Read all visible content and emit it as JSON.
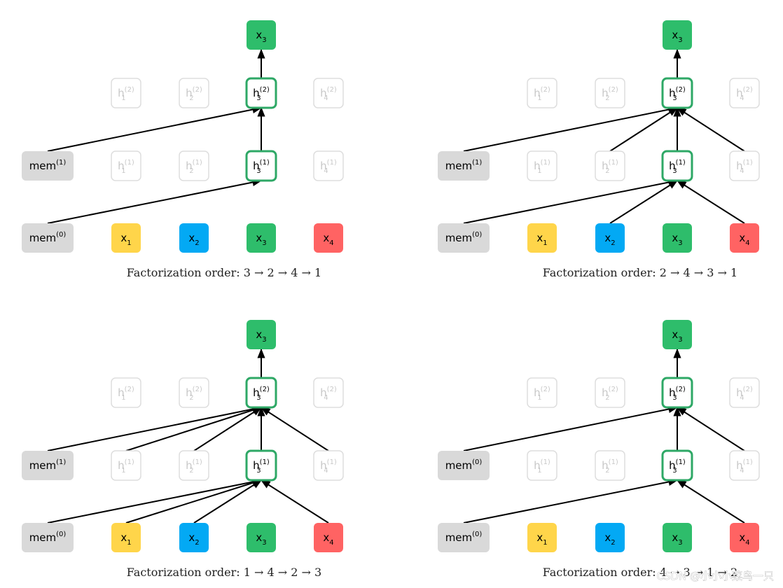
{
  "colors": {
    "mem": "#d9d9d9",
    "x1": "#ffd54a",
    "x2": "#03a9f4",
    "x3": "#2ebd6b",
    "x4": "#ff6363",
    "hidden_active_border": "#2ea866",
    "hidden_inactive_border": "#dddddd",
    "hidden_inactive_text": "#c8c8c8",
    "arrow": "#000000"
  },
  "panels": [
    {
      "caption": "Factorization order: 3 → 2 → 4 → 1",
      "mem_top": "(1)",
      "mem_bottom": "(0)",
      "layer2_inputs": [
        "mem"
      ],
      "layer1_inputs": [
        "mem"
      ]
    },
    {
      "caption": "Factorization order: 2 → 4 → 3 → 1",
      "mem_top": "(1)",
      "mem_bottom": "(0)",
      "layer2_inputs": [
        "mem",
        "h2",
        "h4"
      ],
      "layer1_inputs": [
        "mem",
        "x2",
        "x4"
      ]
    },
    {
      "caption": "Factorization order: 1 → 4 → 2 → 3",
      "mem_top": "(1)",
      "mem_bottom": "(0)",
      "layer2_inputs": [
        "mem",
        "h1",
        "h2",
        "h4"
      ],
      "layer1_inputs": [
        "mem",
        "x1",
        "x2",
        "x4"
      ]
    },
    {
      "caption": "Factorization order: 4 → 3 → 1 → 2",
      "mem_top": "(0)",
      "mem_bottom": "(0)",
      "layer2_inputs": [
        "mem",
        "h4"
      ],
      "layer1_inputs": [
        "mem",
        "x4"
      ]
    }
  ],
  "labels": {
    "mem": "mem",
    "x": "x",
    "h": "h",
    "layer1_sup": "(1)",
    "layer2_sup": "(2)",
    "output_index": "3"
  },
  "watermark": "CSDN @小小小菜鸟一只"
}
